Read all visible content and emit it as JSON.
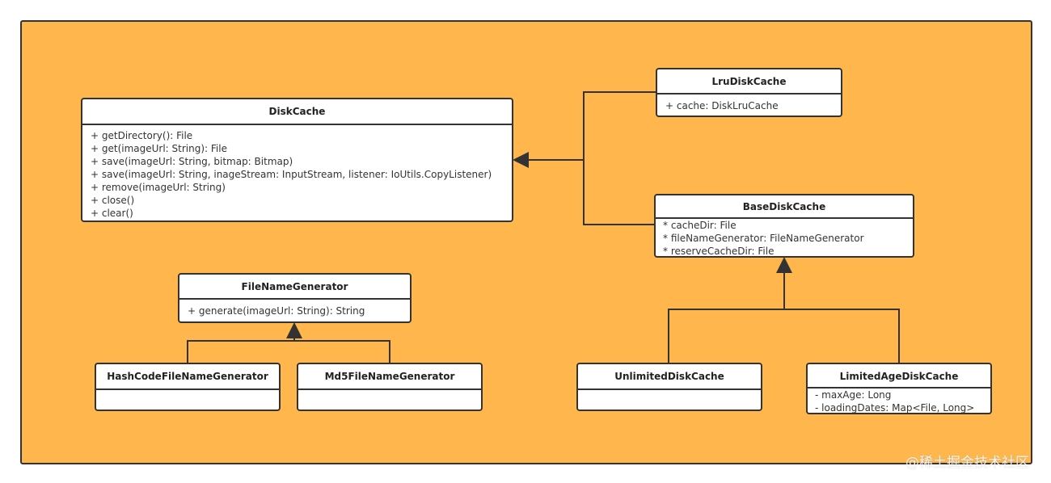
{
  "classes": {
    "disk_cache": {
      "name": "DiskCache",
      "members": [
        "+ getDirectory(): File",
        "+ get(imageUrl: String): File",
        "+ save(imageUrl: String, bitmap: Bitmap)",
        "+ save(imageUrl: String, inageStream: InputStream, listener: IoUtils.CopyListener)",
        "+ remove(imageUrl: String)",
        "+ close()",
        "+ clear()"
      ]
    },
    "lru_disk_cache": {
      "name": "LruDiskCache",
      "members": [
        "+ cache: DiskLruCache"
      ]
    },
    "base_disk_cache": {
      "name": "BaseDiskCache",
      "members": [
        "* cacheDir: File",
        "* fileNameGenerator:  FileNameGenerator",
        "* reserveCacheDir: File"
      ]
    },
    "file_name_generator": {
      "name": "FileNameGenerator",
      "members": [
        "+ generate(imageUrl: String): String"
      ]
    },
    "hash_code_generator": {
      "name": "HashCodeFileNameGenerator",
      "members": []
    },
    "md5_generator": {
      "name": "Md5FileNameGenerator",
      "members": []
    },
    "unlimited_disk_cache": {
      "name": "UnlimitedDiskCache",
      "members": []
    },
    "limited_age_disk_cache": {
      "name": "LimitedAgeDiskCache",
      "members": [
        "- maxAge: Long",
        "- loadingDates: Map<File, Long>"
      ]
    }
  },
  "watermark": "@稀土掘金技术社区",
  "colors": {
    "background": "#FEB64D",
    "stroke": "#333333"
  }
}
